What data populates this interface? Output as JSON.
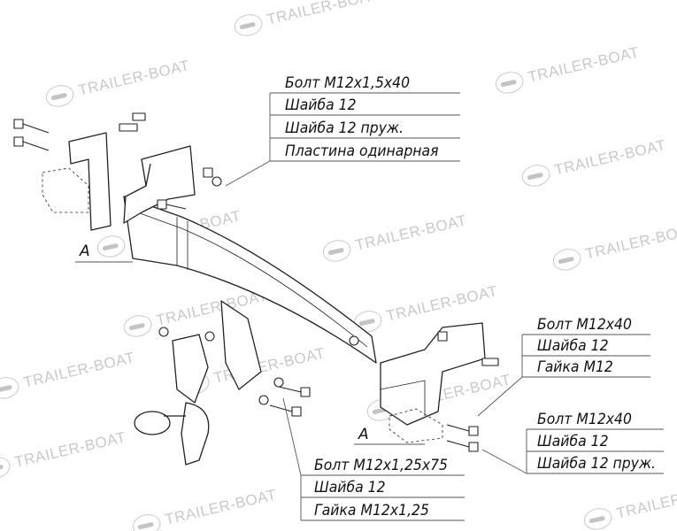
{
  "watermark": {
    "text": "TRAILER-BOAT",
    "icon": "boat-logo-icon"
  },
  "section_labels": [
    "A",
    "A"
  ],
  "callouts": [
    {
      "id": "top-bracket-fasteners",
      "lines": [
        "Болт М12х1,5х40",
        "Шайба 12",
        "Шайба 12 пруж.",
        "Пластина одинарная"
      ]
    },
    {
      "id": "right-upper-fasteners",
      "lines": [
        "Болт М12х40",
        "Шайба 12",
        "Гайка М12"
      ]
    },
    {
      "id": "right-lower-fasteners",
      "lines": [
        "Болт М12х40",
        "Шайба 12",
        "Шайба 12 пруж."
      ]
    },
    {
      "id": "ball-mount-fasteners",
      "lines": [
        "Болт М12х1,25х75",
        "Шайба 12",
        "Гайка М12х1,25"
      ]
    }
  ]
}
